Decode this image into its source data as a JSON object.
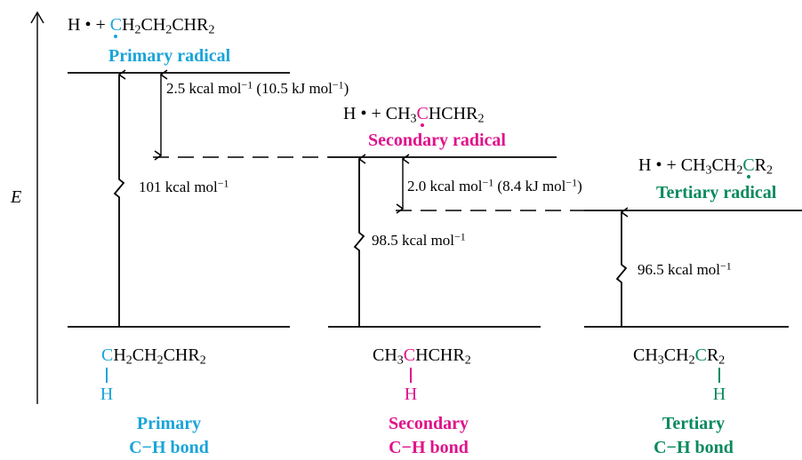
{
  "axis": {
    "label": "E"
  },
  "colors": {
    "primary": "#1aa4d9",
    "secondary": "#e0128a",
    "tertiary": "#0b8a5d"
  },
  "primary": {
    "radical_pre": "H • + ",
    "radical_C": "C",
    "radical_rest": "H",
    "radical_sub2": "2",
    "radical_tail": "CH",
    "radical_sub3": "2",
    "radical_tail2": "CHR",
    "radical_sub4": "2",
    "radical_label": "Primary radical",
    "bde": "101 kcal mol",
    "bde_exp": "−1",
    "bond_C": "C",
    "bond_rest1": "H",
    "bond_s1": "2",
    "bond_rest2": "CH",
    "bond_s2": "2",
    "bond_rest3": "CHR",
    "bond_s3": "2",
    "bond_H": "H",
    "bond_label_1": "Primary",
    "bond_label_2": "C−H bond"
  },
  "secondary": {
    "radical_pre": "H • + CH",
    "radical_s1": "3",
    "radical_C": "C",
    "radical_rest": "HCHR",
    "radical_s2": "2",
    "radical_label": "Secondary radical",
    "bde": "98.5 kcal mol",
    "bde_exp": "−1",
    "bond_pre": "CH",
    "bond_s1": "3",
    "bond_C": "C",
    "bond_rest": "HCHR",
    "bond_s2": "2",
    "bond_H": "H",
    "bond_label_1": "Secondary",
    "bond_label_2": "C−H bond"
  },
  "tertiary": {
    "radical_pre": "H • + CH",
    "radical_s1": "3",
    "radical_mid": "CH",
    "radical_s2": "2",
    "radical_C": "C",
    "radical_rest": "R",
    "radical_s3": "2",
    "radical_label": "Tertiary radical",
    "bde": "96.5 kcal mol",
    "bde_exp": "−1",
    "bond_pre": "CH",
    "bond_s1": "3",
    "bond_mid": "CH",
    "bond_s2": "2",
    "bond_C": "C",
    "bond_rest": "R",
    "bond_s3": "2",
    "bond_H": "H",
    "bond_label_1": "Tertiary",
    "bond_label_2": "C−H bond"
  },
  "diff_1": {
    "text_a": "2.5 kcal mol",
    "exp_a": "−1",
    "text_b": " (10.5 kJ mol",
    "exp_b": "−1",
    "text_c": ")"
  },
  "diff_2": {
    "text_a": "2.0 kcal mol",
    "exp_a": "−1",
    "text_b": " (8.4 kJ mol",
    "exp_b": "−1",
    "text_c": ")"
  }
}
